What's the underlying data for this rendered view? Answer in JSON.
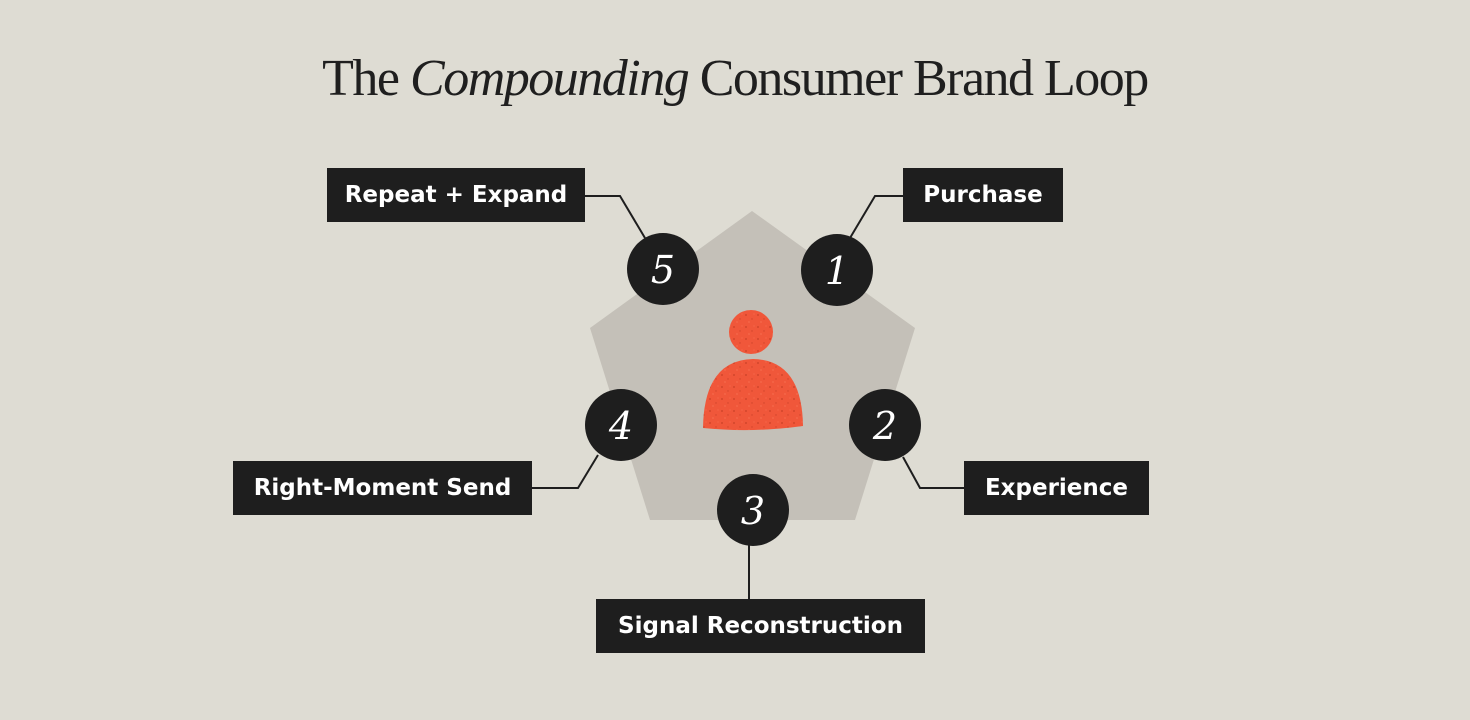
{
  "title": {
    "part1": "The",
    "part2": "Compounding",
    "part3": "Consumer Brand Loop"
  },
  "steps": [
    {
      "number": "1",
      "label": "Purchase"
    },
    {
      "number": "2",
      "label": "Experience"
    },
    {
      "number": "3",
      "label": "Signal Reconstruction"
    },
    {
      "number": "4",
      "label": "Right-Moment Send"
    },
    {
      "number": "5",
      "label": "Repeat + Expand"
    }
  ],
  "center_icon": "person-icon",
  "colors": {
    "background": "#dedcd3",
    "pentagon": "#c4c0b8",
    "node": "#1e1e1e",
    "label_bg": "#1e1e1e",
    "person": "#f0573a"
  }
}
